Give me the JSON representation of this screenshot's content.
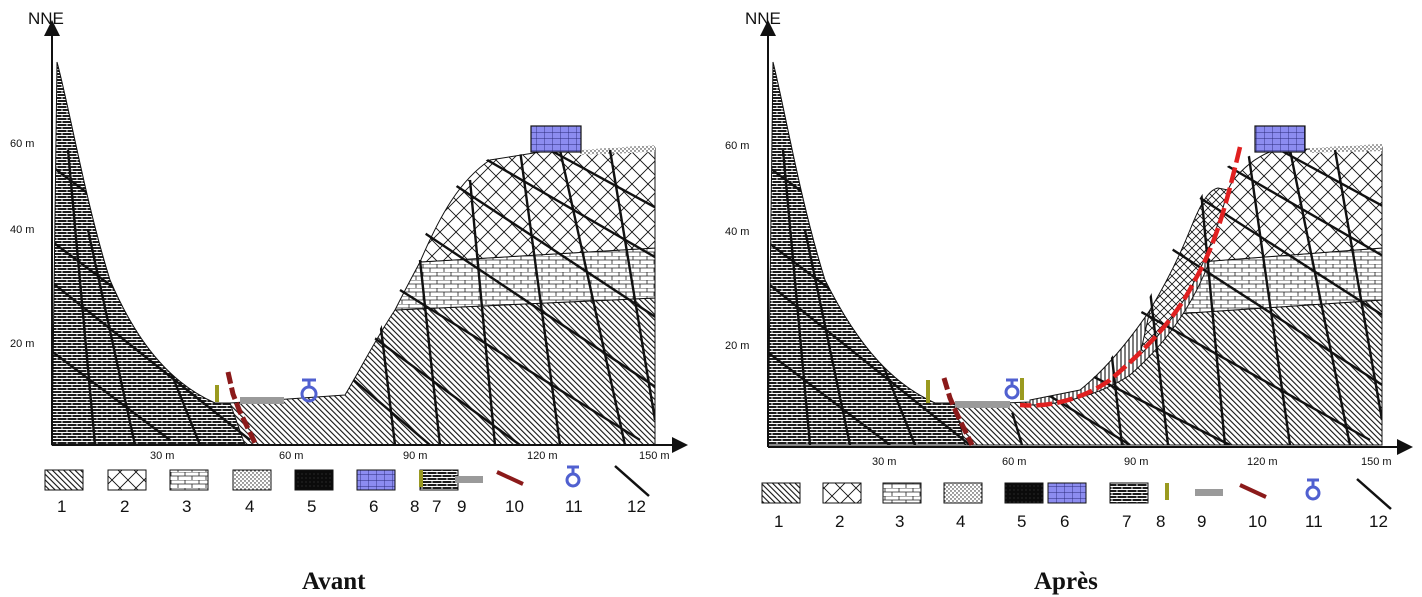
{
  "panels": [
    {
      "id": "before",
      "axis_title": "NNE",
      "y_ticks": [
        "20 m",
        "40 m",
        "60 m"
      ],
      "x_ticks": [
        "30 m",
        "60 m",
        "90 m",
        "120 m",
        "150 m"
      ],
      "caption": "Avant"
    },
    {
      "id": "after",
      "axis_title": "NNE",
      "y_ticks": [
        "20 m",
        "40 m",
        "60 m"
      ],
      "x_ticks": [
        "30 m",
        "60 m",
        "90 m",
        "120 m",
        "150 m"
      ],
      "caption": "Après"
    }
  ],
  "legend": [
    {
      "number": "1",
      "pattern": "dense-diagonal-hatch"
    },
    {
      "number": "2",
      "pattern": "cross-hatch"
    },
    {
      "number": "3",
      "pattern": "brick"
    },
    {
      "number": "4",
      "pattern": "stipple"
    },
    {
      "number": "5",
      "pattern": "black-fill"
    },
    {
      "number": "6",
      "pattern": "blue-grid-building"
    },
    {
      "number": "7",
      "pattern": "dark-brick"
    },
    {
      "number": "8",
      "pattern": "olive-vertical-mark"
    },
    {
      "number": "9",
      "pattern": "grey-bar"
    },
    {
      "number": "10",
      "pattern": "red-fault-stroke"
    },
    {
      "number": "11",
      "pattern": "blue-source-symbol"
    },
    {
      "number": "12",
      "pattern": "black-line"
    }
  ],
  "colors": {
    "ink": "#111111",
    "building": "#6f6fe0",
    "fault": "#8b1a1a",
    "slip_surface": "#e02020",
    "marker": "#9a9a20",
    "grey_bar": "#9a9a9a",
    "symbol_blue": "#5060d0"
  }
}
